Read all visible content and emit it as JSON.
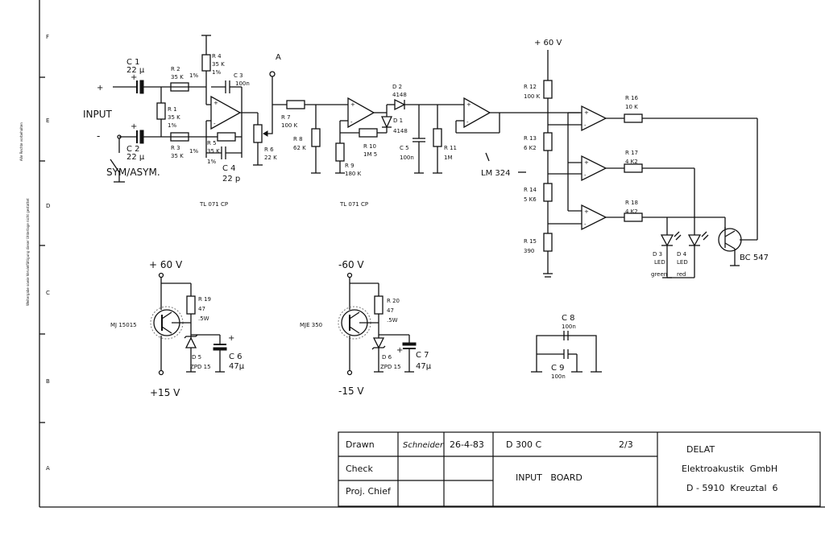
{
  "left_margin": {
    "zones": [
      "F",
      "E",
      "D",
      "C",
      "B",
      "A"
    ],
    "copyright_note_1": "Alle Rechte vorbehalten",
    "copyright_note_2": "Weitergabe sowie Vervielfältigung dieser Unterlage nicht gestattet"
  },
  "input_stage": {
    "plus": "+",
    "minus": "-",
    "input": "INPUT",
    "sym_asym": "SYM/ASYM.",
    "c1_name": "C 1",
    "c1_val": "22 µ",
    "c2_name": "C 2",
    "c2_val": "22 µ",
    "c_pol": "+",
    "r1_name": "R 1",
    "r1_val": "35 K",
    "r1_tol": "1%",
    "r2_name": "R 2",
    "r2_val": "35 K",
    "r2_tol": "1%",
    "r3_name": "R 3",
    "r3_val": "35 K",
    "r3_tol": "1%",
    "r4_name": "R 4",
    "r4_val": "35 K",
    "r4_tol": "1%",
    "r5_name": "R 5",
    "r5_val": "35 K",
    "r5_tol": "1%",
    "c3_name": "C 3",
    "c3_val": "100n",
    "c4_name": "C 4",
    "c4_val": "22 p",
    "r6_name": "R 6",
    "r6_val": "22 K",
    "ic1": "TL 071 CP"
  },
  "point_a": "A",
  "stage2": {
    "r7_name": "R 7",
    "r7_val": "100 K",
    "r8_name": "R 8",
    "r8_val": "62 K",
    "r9_name": "R 9",
    "r9_val": "180 K",
    "r10_name": "R 10",
    "r10_val": "1M 5",
    "d1_name": "D 1",
    "d1_val": "4148",
    "d2_name": "D 2",
    "d2_val": "4148",
    "c5_name": "C 5",
    "c5_val": "100n",
    "r11_name": "R 11",
    "r11_val": "1M",
    "ic2": "TL 071 CP",
    "lm324": "LM 324"
  },
  "ladder": {
    "supply": "+ 60 V",
    "r12_name": "R 12",
    "r12_val": "100 K",
    "r13_name": "R 13",
    "r13_val": "6 K2",
    "r14_name": "R 14",
    "r14_val": "5 K6",
    "r15_name": "R 15",
    "r15_val": "390",
    "r16_name": "R 16",
    "r16_val": "10 K",
    "r17_name": "R 17",
    "r17_val": "4 K2",
    "r18_name": "R 18",
    "r18_val": "4 K2",
    "d3_name": "D 3",
    "d3_type": "LED",
    "d3_color": "green",
    "d4_name": "D 4",
    "d4_type": "LED",
    "d4_color": "red",
    "bc547": "BC 547"
  },
  "pos_reg": {
    "supply": "+ 60 V",
    "out": "+15 V",
    "transistor": "MJ 15015",
    "r19_name": "R 19",
    "r19_val": "47",
    "r19_pow": ".5W",
    "d5_name": "D 5",
    "d5_val": "ZPD 15",
    "c6_name": "C 6",
    "c6_val": "47µ",
    "c_pol": "+"
  },
  "neg_reg": {
    "supply": "-60 V",
    "out": "-15 V",
    "transistor": "MJE 350",
    "r20_name": "R 20",
    "r20_val": "47",
    "r20_pow": ".5W",
    "d6_name": "D 6",
    "d6_val": "ZPD 15",
    "c7_name": "C 7",
    "c7_val": "47µ",
    "c_pol": "+"
  },
  "decoupling": {
    "c8_name": "C 8",
    "c8_val": "100n",
    "c9_name": "C 9",
    "c9_val": "100n"
  },
  "title_block": {
    "drawn_label": "Drawn",
    "drawn_sig": "Schneider",
    "date": "26-4-83",
    "doc_no": "D 300 C",
    "sheet": "2/3",
    "check_label": "Check",
    "proj_label": "Proj. Chief",
    "title": "INPUT   BOARD",
    "company1": "DELAT",
    "company2": "Elektroakustik  GmbH",
    "company3": "D - 5910  Kreuztal  6"
  }
}
